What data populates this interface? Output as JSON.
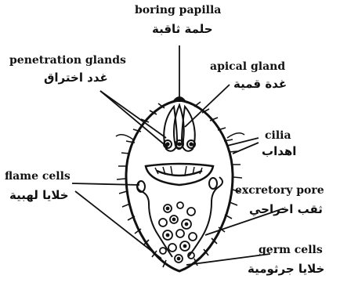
{
  "labels": {
    "boring_papilla": {
      "en": "boring papilla",
      "ar": "حلمة ثاقبة"
    },
    "penetration_glands": {
      "en": "penetration glands",
      "ar": "غدد اختراق"
    },
    "apical_gland": {
      "en": "apical gland",
      "ar": "غدة قمية"
    },
    "cilia": {
      "en": "cilia",
      "ar": "اهداب"
    },
    "flame_cells": {
      "en": "flame cells",
      "ar": "خلايا لهبية"
    },
    "excretory_pore": {
      "en": "excretory pore",
      "ar": "ثقب اخراجي"
    },
    "germ_cells": {
      "en": "germ cells",
      "ar": "خلايا جرثومية"
    }
  },
  "colors": {
    "ink": "#111111",
    "paper": "#ffffff"
  }
}
